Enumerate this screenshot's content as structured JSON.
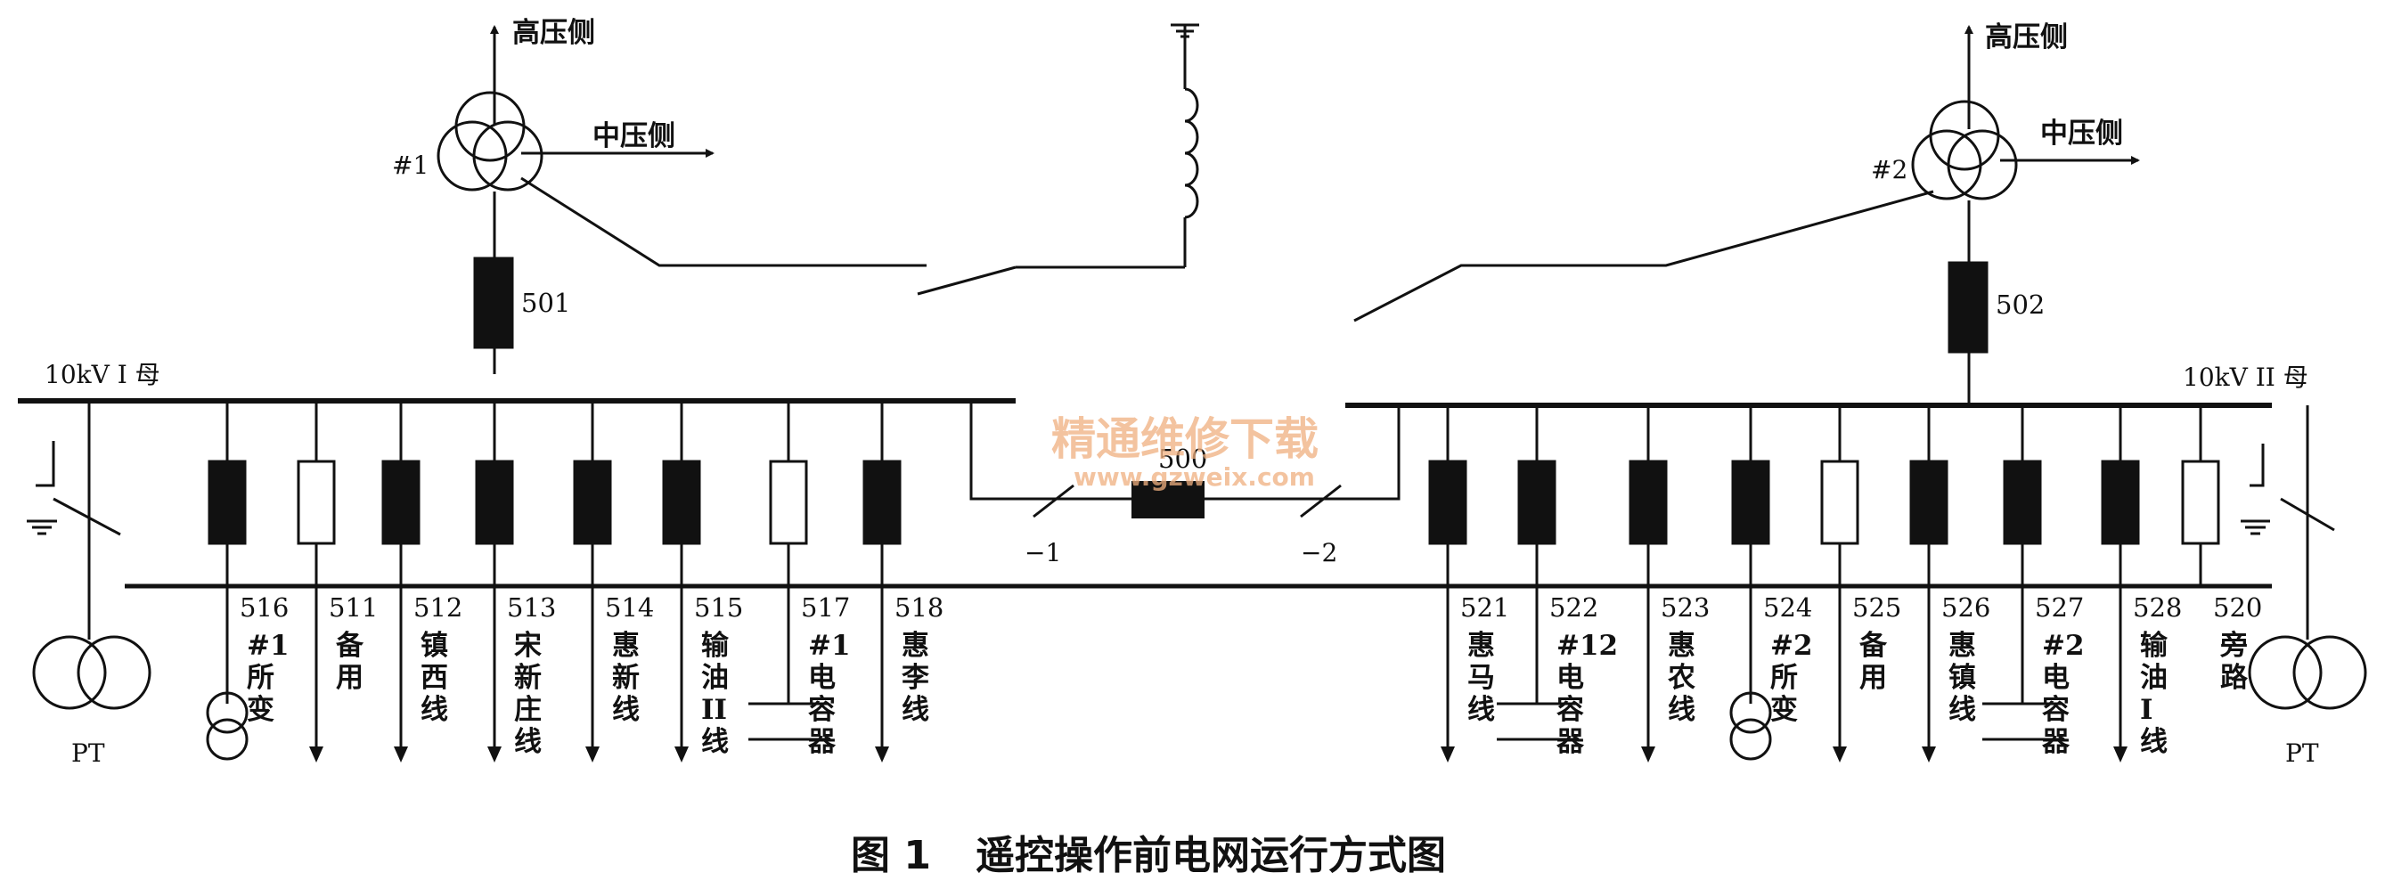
{
  "top": {
    "high_side_left": "高压侧",
    "mid_side_left": "中压侧",
    "high_side_right": "高压侧",
    "mid_side_right": "中压侧",
    "transformer_left": "#1",
    "transformer_right": "#2",
    "breaker_left": "501",
    "breaker_right": "502"
  },
  "buses": {
    "bus1_label": "10kV I 母",
    "bus2_label": "10kV II 母"
  },
  "tie": {
    "breaker": "500",
    "switch_left": "−1",
    "switch_right": "−2"
  },
  "pt_label": "PT",
  "feeders_left": [
    {
      "num": "516",
      "name": [
        "#1",
        "所",
        "变"
      ],
      "breaker": "filled"
    },
    {
      "num": "511",
      "name": [
        "备",
        "用"
      ],
      "breaker": "open"
    },
    {
      "num": "512",
      "name": [
        "镇",
        "西",
        "线"
      ],
      "breaker": "filled"
    },
    {
      "num": "513",
      "name": [
        "宋",
        "新",
        "庄",
        "线"
      ],
      "breaker": "filled"
    },
    {
      "num": "514",
      "name": [
        "惠",
        "新",
        "线"
      ],
      "breaker": "filled"
    },
    {
      "num": "515",
      "name": [
        "输",
        "油",
        "II",
        "线"
      ],
      "breaker": "filled"
    },
    {
      "num": "517",
      "name": [
        "#1",
        "电",
        "容",
        "器"
      ],
      "breaker": "open"
    },
    {
      "num": "518",
      "name": [
        "惠",
        "李",
        "线"
      ],
      "breaker": "filled"
    }
  ],
  "feeders_right": [
    {
      "num": "521",
      "name": [
        "惠",
        "马",
        "线"
      ],
      "breaker": "filled"
    },
    {
      "num": "522",
      "name": [
        "#12",
        "电",
        "容",
        "器"
      ],
      "breaker": "filled"
    },
    {
      "num": "523",
      "name": [
        "惠",
        "农",
        "线"
      ],
      "breaker": "filled"
    },
    {
      "num": "524",
      "name": [
        "#2",
        "所",
        "变"
      ],
      "breaker": "filled"
    },
    {
      "num": "525",
      "name": [
        "备",
        "用"
      ],
      "breaker": "open"
    },
    {
      "num": "526",
      "name": [
        "惠",
        "镇",
        "线"
      ],
      "breaker": "filled"
    },
    {
      "num": "527",
      "name": [
        "#2",
        "电",
        "容",
        "器"
      ],
      "breaker": "filled"
    },
    {
      "num": "528",
      "name": [
        "输",
        "油",
        "I",
        "线"
      ],
      "breaker": "filled"
    },
    {
      "num": "520",
      "name": [
        "旁",
        "路"
      ],
      "breaker": "open"
    }
  ],
  "watermark": {
    "text": "精通维修下载",
    "url": "www.gzweix.com"
  },
  "caption": {
    "figure": "图 1",
    "title": "遥控操作前电网运行方式图"
  },
  "colors": {
    "line": "#111111",
    "breaker_closed": "#111111",
    "breaker_open": "#ffffff",
    "watermark": "#f0b080"
  }
}
